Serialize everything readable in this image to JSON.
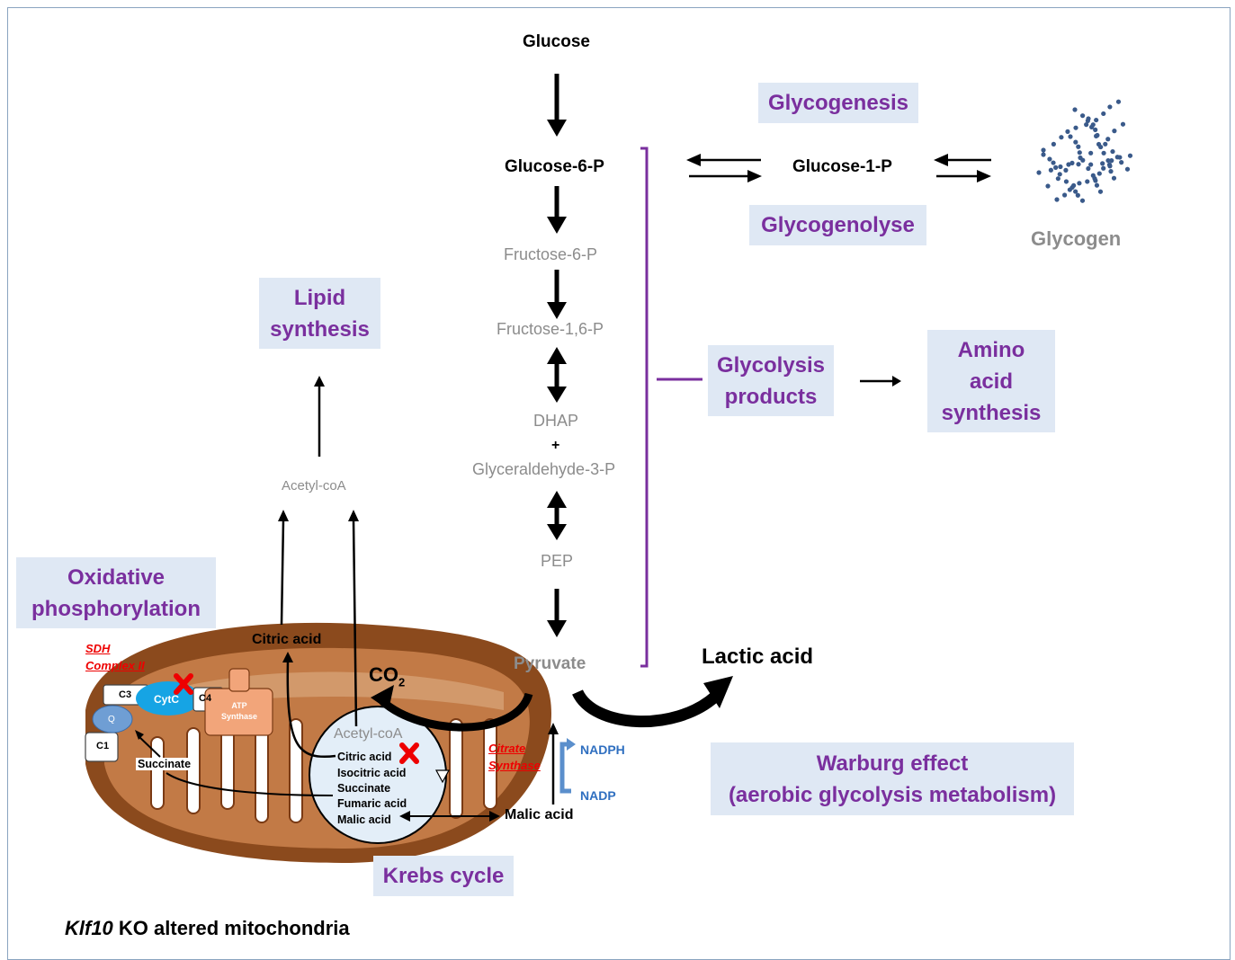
{
  "title": {
    "gene": "Klf10",
    "rest": " KO altered mitochondria"
  },
  "pathway": {
    "glucose": "Glucose",
    "g6p": "Glucose-6-P",
    "f6p": "Fructose-6-P",
    "f16p": "Fructose-1,6-P",
    "dhap": "DHAP",
    "plus": "+",
    "g3p": "Glyceraldehyde-3-P",
    "pep": "PEP",
    "pyruvate": "Pyruvate",
    "g1p": "Glucose-1-P",
    "glycogen": "Glycogen",
    "lactic": "Lactic acid",
    "acetyl_top": "Acetyl-coA",
    "citric_out": "Citric acid",
    "co2_main": "CO",
    "co2_sub": "2",
    "malic_out": "Malic acid",
    "nadph": "NADPH",
    "nadp": "NADP"
  },
  "processes": {
    "glycogenesis": "Glycogenesis",
    "glycogenolyse": "Glycogenolyse",
    "lipid": [
      "Lipid",
      "synthesis"
    ],
    "glycolysis_products": [
      "Glycolysis",
      "products"
    ],
    "amino": [
      "Amino",
      "acid",
      "synthesis"
    ],
    "oxphos": [
      "Oxidative",
      "phosphorylation"
    ],
    "warburg": [
      "Warburg effect",
      "(aerobic glycolysis metabolism)"
    ],
    "krebs": "Krebs cycle"
  },
  "mito": {
    "acetyl": "Acetyl-coA",
    "krebs_items": [
      "Citric acid",
      "Isocitric acid",
      "Succinate",
      "Fumaric acid",
      "Malic acid"
    ],
    "succinate": "Succinate",
    "c1": "C1",
    "c3": "C3",
    "c4": "C4",
    "q": "Q",
    "cytc": "CytC",
    "atp": [
      "ATP",
      "Synthase"
    ],
    "sdh": [
      "SDH",
      "Complex II"
    ],
    "citrate_synthase": [
      "Citrate",
      "Synthase"
    ]
  },
  "colors": {
    "process_box": "#dfe8f4",
    "process_text": "#7a2f9e",
    "bracket": "#7a2f9e",
    "inhibit": "#e00000",
    "nadph": "#2f6fc0"
  }
}
